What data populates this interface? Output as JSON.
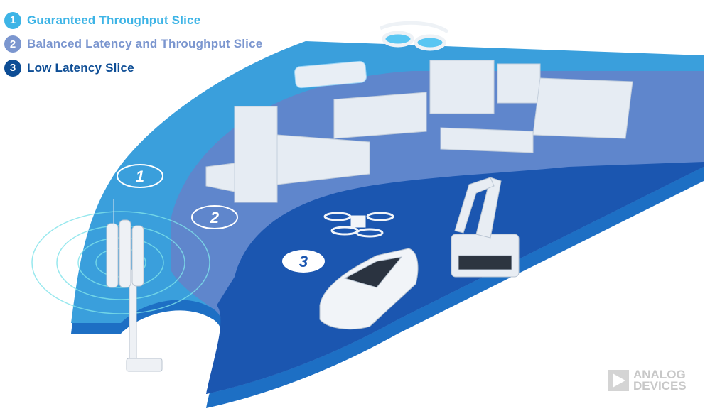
{
  "legend": [
    {
      "number": "1",
      "label": "Guaranteed Throughput Slice",
      "color": "#3db4e6"
    },
    {
      "number": "2",
      "label": "Balanced Latency and Throughput Slice",
      "color": "#7b96cf"
    },
    {
      "number": "3",
      "label": "Low Latency Slice",
      "color": "#0d4d95"
    }
  ],
  "zone_markers": [
    "1",
    "2",
    "3"
  ],
  "logo": {
    "line1": "ANALOG",
    "line2": "DEVICES"
  },
  "colors": {
    "slice1": "#3a9fdc",
    "slice2": "#5f86cc",
    "slice3": "#1b56b0",
    "edge": "#1b6fc0"
  }
}
